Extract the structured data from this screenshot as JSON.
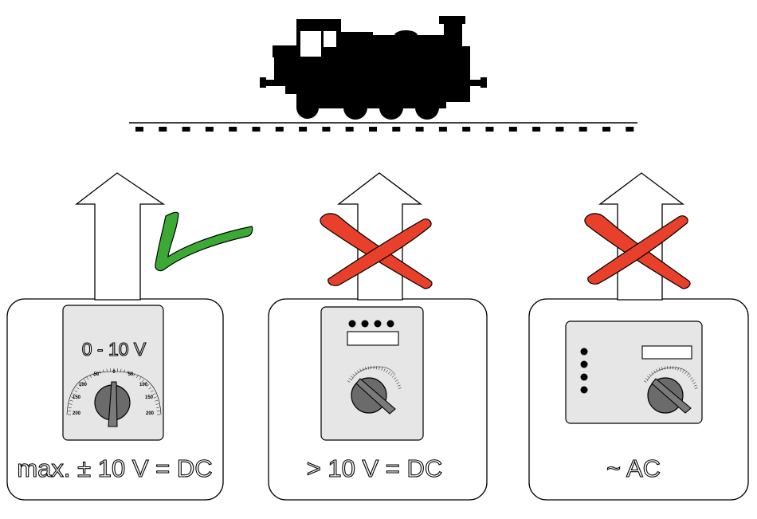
{
  "diagram": {
    "panels": [
      {
        "id": "dc-10v",
        "caption": "max. ± 10 V = DC",
        "verdict": "allowed",
        "device": {
          "display_label": "0 - 10 V",
          "scale_left": [
            "200",
            "150",
            "100",
            "50",
            "0"
          ],
          "scale_right": [
            "50",
            "100",
            "150",
            "200"
          ]
        }
      },
      {
        "id": "dc-over-10v",
        "caption": "> 10 V = DC",
        "verdict": "not-allowed"
      },
      {
        "id": "ac",
        "caption": "~ AC",
        "verdict": "not-allowed"
      }
    ],
    "colors": {
      "check": "#3aaa35",
      "cross": "#e8402a",
      "device_face": "#e6e6e6",
      "knob": "#6b6b6b",
      "locomotive": "#000000"
    },
    "icons": {
      "train": "locomotive-icon",
      "allowed": "checkmark-icon",
      "not_allowed": "cross-icon",
      "power_flow": "up-arrow-icon"
    }
  }
}
